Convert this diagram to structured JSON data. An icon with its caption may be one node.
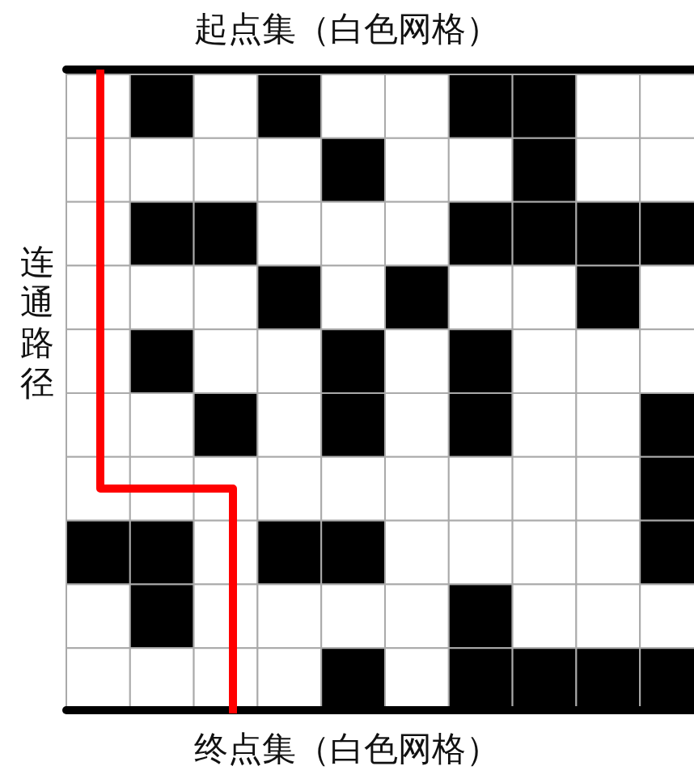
{
  "diagram": {
    "labels": [
      "起点集（白色网格）",
      "连通路径",
      "终点集（白色网格）"
    ]
  }
}
